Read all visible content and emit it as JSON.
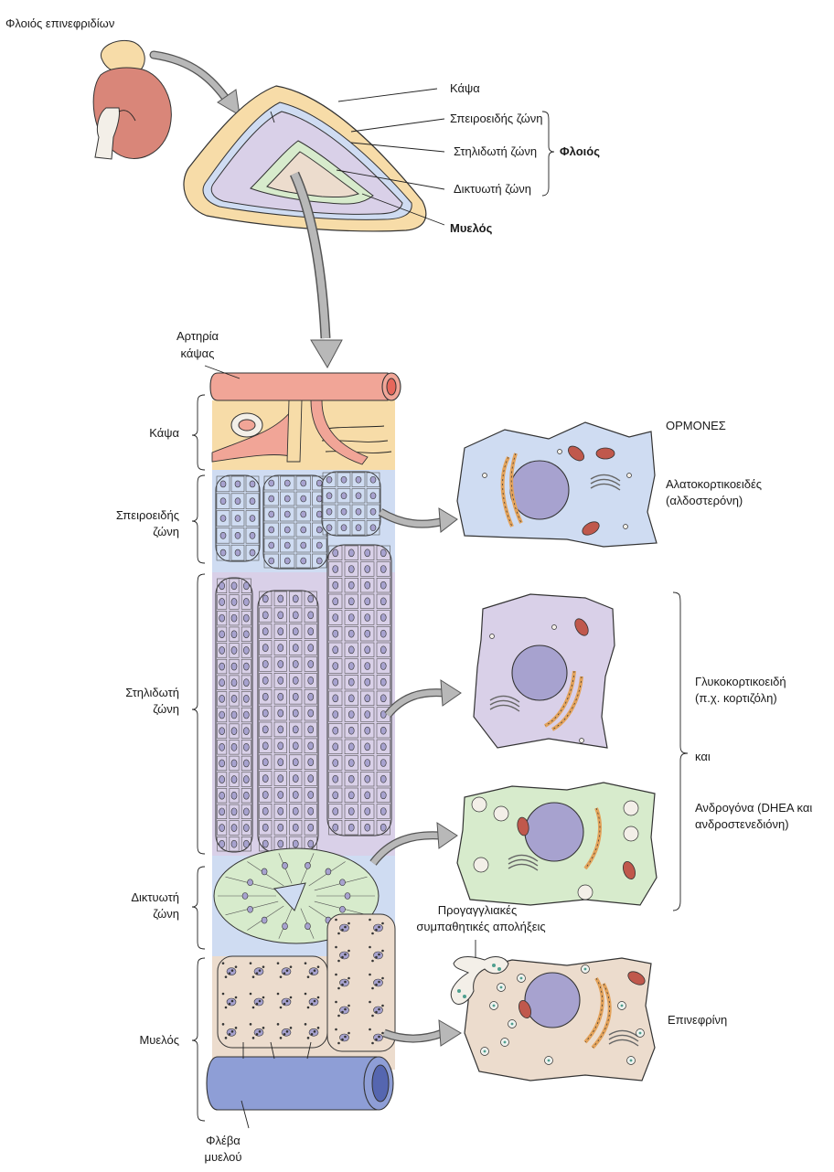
{
  "top": {
    "gland_caption": "Φλοιός επινεφριδίων",
    "capsule": "Κάψα",
    "glomerulosa": "Σπειροειδής ζώνη",
    "fasciculata": "Στηλιδωτή ζώνη",
    "reticularis": "Δικτυωτή ζώνη",
    "cortex": "Φλοιός",
    "medulla": "Μυελός"
  },
  "column": {
    "capsular_artery": [
      "Αρτηρία",
      "κάψας"
    ],
    "capsule": "Κάψα",
    "glomerulosa": [
      "Σπειροειδής",
      "ζώνη"
    ],
    "fasciculata": [
      "Στηλιδωτή",
      "ζώνη"
    ],
    "reticularis": [
      "Δικτυωτή",
      "ζώνη"
    ],
    "medulla": "Μυελός",
    "medullary_vein": [
      "Φλέβα",
      "μυελού"
    ]
  },
  "hormones": {
    "header": "ΟΡΜΟΝΕΣ",
    "mineralocorticoids": [
      "Αλατοκορτικοειδές",
      "(αλδοστερόνη)"
    ],
    "glucocorticoids": [
      "Γλυκοκορτικοειδή",
      "(π.χ. κορτιζόλη)"
    ],
    "and": "και",
    "androgens": [
      "Ανδρογόνα (DHEA και",
      "ανδροστενεδιόνη)"
    ],
    "preganglionic": [
      "Προγαγγλιακές",
      "συμπαθητικές απολήξεις"
    ],
    "epinephrine": "Επινεφρίνη"
  },
  "colors": {
    "capsule_yellow": "#f7dca8",
    "artery_pink": "#f1a597",
    "glomerulosa_blue": "#cfdcf2",
    "fasciculata_purple": "#d9d0e8",
    "reticularis_green": "#d7ebcc",
    "medulla_tan": "#ecdccd",
    "vein_blue": "#8e9ed6",
    "nucleus": "#a7a2cf",
    "kidney": "#d98679"
  }
}
